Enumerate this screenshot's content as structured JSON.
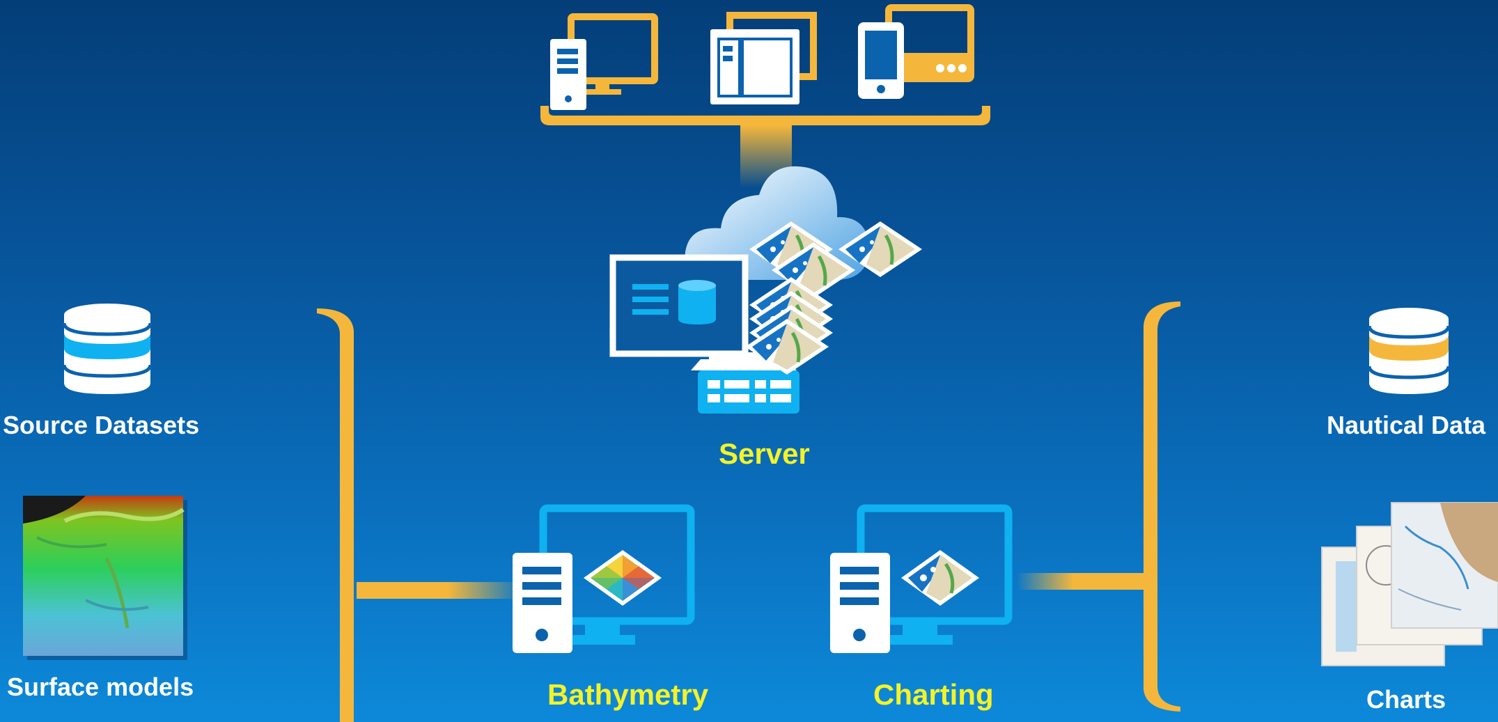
{
  "colors": {
    "background_top": "#043e78",
    "background_bottom": "#0d89d9",
    "accent_yellow": "#f5b73b",
    "accent_blue": "#0fb1f0",
    "label_yellow": "#f5f227",
    "label_white": "#ffffff"
  },
  "labels": {
    "source_datasets": "Source Datasets",
    "surface_models": "Surface models",
    "server": "Server",
    "bathymetry": "Bathymetry",
    "charting": "Charting",
    "nautical_data": "Nautical Data",
    "charts": "Charts"
  },
  "icons": [
    "desktop-computer-icon",
    "tablet-window-icon",
    "mobile-tablet-icon",
    "cloud-icon",
    "server-icon",
    "map-tiles-icon",
    "database-icon",
    "workstation-icon"
  ]
}
